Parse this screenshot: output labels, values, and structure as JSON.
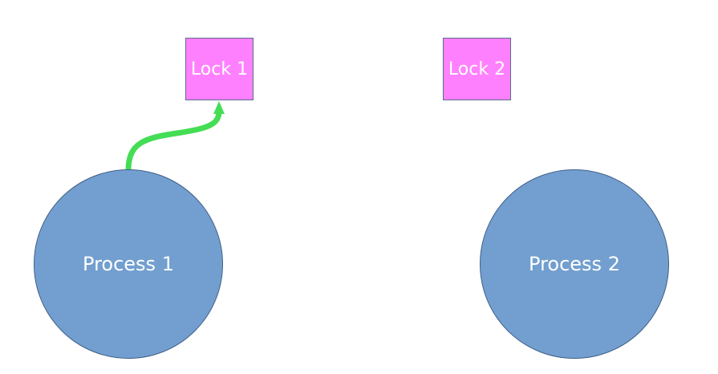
{
  "locks": [
    {
      "label": "Lock 1"
    },
    {
      "label": "Lock 2"
    }
  ],
  "processes": [
    {
      "label": "Process 1"
    },
    {
      "label": "Process 2"
    }
  ],
  "colors": {
    "lock_fill": "#ff80ff",
    "process_fill": "#729fcf",
    "request_arrow": "#44dd55",
    "text": "#ffffff"
  }
}
